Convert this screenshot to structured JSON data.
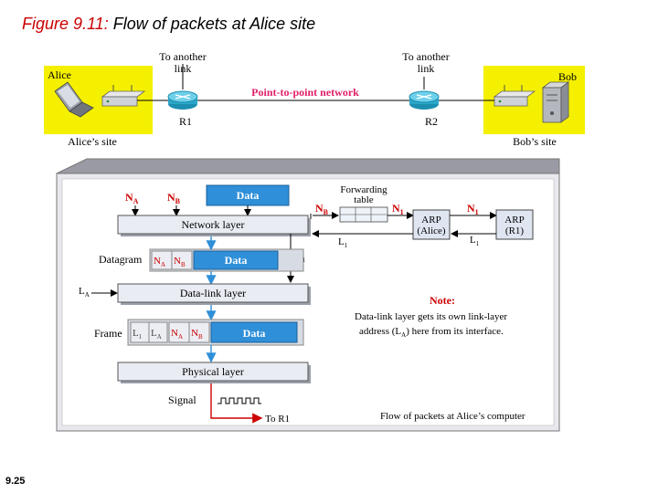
{
  "title": {
    "figure_label": "Figure 9.11:",
    "caption": "Flow of packets at Alice site"
  },
  "slide_number": "9.25",
  "top": {
    "alice_label": "Alice",
    "bob_label": "Bob",
    "to_another_link_left": [
      "To another",
      "link"
    ],
    "to_another_link_right": [
      "To another",
      "link"
    ],
    "network_label": "Point-to-point network",
    "r1": "R1",
    "r2": "R2",
    "alice_site": "Alice’s site",
    "bob_site": "Bob’s site"
  },
  "detail": {
    "na": "N",
    "na_sub": "A",
    "nb": "N",
    "nb_sub": "B",
    "data_top": "Data",
    "forwarding_table": [
      "Forwarding",
      "table"
    ],
    "nb_mid": "N",
    "nb_mid_sub": "B",
    "n1_a": "N",
    "n1_a_sub": "1",
    "n1_b": "N",
    "n1_b_sub": "1",
    "arp_alice": [
      "ARP",
      "(Alice)"
    ],
    "arp_r1": [
      "ARP",
      "(R1)"
    ],
    "l1_a": "L",
    "l1_a_sub": "1",
    "l1_b": "L",
    "l1_b_sub": "1",
    "l1_c": "L",
    "l1_c_sub": "1",
    "network_layer": "Network layer",
    "datagram": "Datagram",
    "dg_na": "N",
    "dg_na_sub": "A",
    "dg_nb": "N",
    "dg_nb_sub": "B",
    "dg_data": "Data",
    "la_left": "L",
    "la_left_sub": "A",
    "datalink_layer": "Data-link layer",
    "note_title": "Note:",
    "note_line1": "Data-link layer gets its own link-layer",
    "note_line2_a": "address (L",
    "note_line2_sub": "A",
    "note_line2_b": ") here from its interface.",
    "frame": "Frame",
    "fr_l1": "L",
    "fr_l1_sub": "1",
    "fr_la": "L",
    "fr_la_sub": "A",
    "fr_na": "N",
    "fr_na_sub": "A",
    "fr_nb": "N",
    "fr_nb_sub": "B",
    "fr_data": "Data",
    "physical_layer": "Physical layer",
    "signal": "Signal",
    "to_r1": "To R1",
    "flow_caption": "Flow of packets at Alice’s computer"
  },
  "colors": {
    "yellow": "#f4f000",
    "red": "#cc0000",
    "blue_box": "#2f8fd8",
    "panel": "#e6e6ea",
    "layer_bar": "#dcdfe8"
  }
}
